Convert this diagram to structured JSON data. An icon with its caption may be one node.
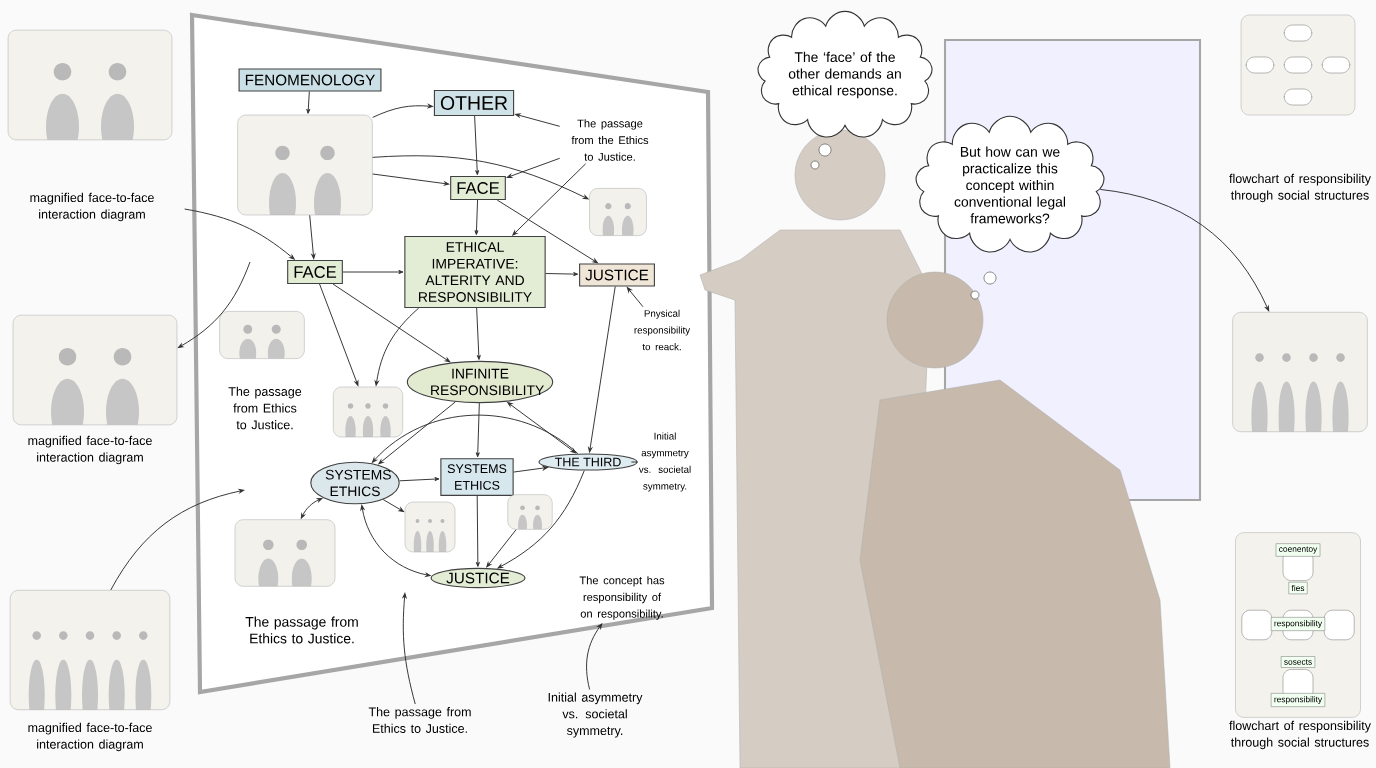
{
  "diagram": {
    "nodes": [
      {
        "text": [
          "FENOMENOLOGY"
        ]
      },
      {
        "text": [
          "OTHER"
        ]
      },
      {
        "text": [],
        "shape": "picture"
      },
      {
        "text": [
          "FACE"
        ]
      },
      {
        "text": [
          "FACE"
        ]
      },
      {
        "text": [
          "ETHICAL IMPERATIVE: ALTERITY AND RESPONSIBILITY"
        ]
      },
      {
        "text": [
          "JUSTICE"
        ]
      },
      {
        "text": [
          "The passage from the Ethics to Justice."
        ]
      },
      {
        "text": [],
        "shape": "picture"
      },
      {
        "text": [],
        "shape": "picture"
      },
      {
        "text": [
          "INFINITE RESPONSIBILITY"
        ]
      },
      {
        "text": [],
        "shape": "picture"
      },
      {
        "text": [
          "SYSTEMS ETHICS"
        ]
      },
      {
        "text": [
          "SYSTEMS ETHICS"
        ]
      },
      {
        "text": [
          "THE THIRD"
        ]
      },
      {
        "text": [],
        "shape": "picture"
      },
      {
        "text": [],
        "shape": "picture"
      },
      {
        "text": [
          "JUSTICE"
        ]
      },
      {
        "text": [
          "The passage from Ethics to Justice."
        ]
      },
      {
        "text": [],
        "shape": "picture"
      },
      {
        "text": [
          "The passage from Ethics to Justice."
        ]
      },
      {
        "text": [
          "Pnysical responsibility to reack."
        ]
      },
      {
        "text": [
          "Initial asymmetry vs. societal symmetry."
        ]
      },
      {
        "text": [
          "The concept has responsibility of on responsibility."
        ]
      },
      {
        "text": [
          "Initial asymmetry vs. societal symmetry."
        ]
      },
      {
        "text": [
          "The passage from Ethics to Justice."
        ]
      },
      {
        "text": [],
        "shape": "picture"
      },
      {
        "text": [
          "magnified face-to-face interaction diagram"
        ]
      },
      {
        "text": [],
        "shape": "picture"
      },
      {
        "text": [
          "magnified face-to-face interaction diagram"
        ]
      },
      {
        "text": [],
        "shape": "picture"
      },
      {
        "text": [
          "magnified face-to-face interaction diagram"
        ]
      },
      {
        "text": [
          "The ‘face’ of the other demands an ethical response."
        ]
      },
      {
        "text": [
          "But how can we practicalize this concept within conventional legal frameworks?"
        ]
      },
      {
        "text": [],
        "shape": "picture"
      },
      {
        "text": [
          "flowchart of responsibility through social structures"
        ]
      },
      {
        "text": [],
        "shape": "picture"
      },
      {
        "text": [],
        "shape": "picture"
      },
      {
        "text": [
          "flowchart of responsibility through social structures"
        ]
      }
    ],
    "edges": [
      {
        "from": 0,
        "to": 2,
        "arrow": "to"
      },
      {
        "from": 2,
        "to": 1,
        "arrow": "to"
      },
      {
        "from": 2,
        "to": 3,
        "arrow": "to"
      },
      {
        "from": 1,
        "to": 3,
        "arrow": "to"
      },
      {
        "from": 2,
        "to": 4,
        "arrow": "to"
      },
      {
        "from": 4,
        "to": 5,
        "arrow": "to"
      },
      {
        "from": 3,
        "to": 5,
        "arrow": "to"
      },
      {
        "from": 5,
        "to": 6,
        "arrow": "to"
      },
      {
        "from": 7,
        "to": 1,
        "arrow": "to"
      },
      {
        "from": 7,
        "to": 3,
        "arrow": "to"
      },
      {
        "from": 7,
        "to": 5,
        "arrow": "to"
      },
      {
        "from": 2,
        "to": 8,
        "arrow": "to"
      },
      {
        "from": 3,
        "to": 6,
        "arrow": "to"
      },
      {
        "from": 4,
        "to": 10,
        "arrow": "to"
      },
      {
        "from": 5,
        "to": 10,
        "arrow": "to"
      },
      {
        "from": 4,
        "to": 11,
        "arrow": "to"
      },
      {
        "from": 5,
        "to": 11,
        "arrow": "to"
      },
      {
        "from": 10,
        "to": 12,
        "arrow": "to"
      },
      {
        "from": 10,
        "to": 13,
        "arrow": "to"
      },
      {
        "from": 10,
        "to": 14,
        "arrow": "both"
      },
      {
        "from": 12,
        "to": 13,
        "arrow": "to"
      },
      {
        "from": 13,
        "to": 14,
        "arrow": "to"
      },
      {
        "from": 13,
        "to": 17,
        "arrow": "to"
      },
      {
        "from": 14,
        "to": 17,
        "arrow": "to"
      },
      {
        "from": 12,
        "to": 17,
        "arrow": "both"
      },
      {
        "from": 16,
        "to": 17,
        "arrow": "to"
      },
      {
        "from": 14,
        "to": 12,
        "arrow": "to"
      },
      {
        "from": 12,
        "to": 15,
        "arrow": "to"
      },
      {
        "from": 12,
        "to": 19,
        "arrow": "both"
      },
      {
        "from": 21,
        "to": 6,
        "arrow": "to"
      },
      {
        "from": 6,
        "to": 14,
        "arrow": "to"
      },
      {
        "from": 22,
        "to": 14,
        "arrow": "none"
      },
      {
        "from": 24,
        "to": 23,
        "arrow": "to"
      },
      {
        "from": 25,
        "to": null,
        "arrow": "to"
      },
      {
        "from": 27,
        "to": 4,
        "arrow": "to"
      },
      {
        "from": null,
        "to": 28,
        "arrow": "to"
      },
      {
        "from": 30,
        "to": null,
        "arrow": "to"
      },
      {
        "from": 33,
        "to": 36,
        "arrow": "to"
      }
    ],
    "labels": [
      "coenentoy",
      "fies",
      "responsibility",
      "sosects",
      "responsibility"
    ]
  }
}
